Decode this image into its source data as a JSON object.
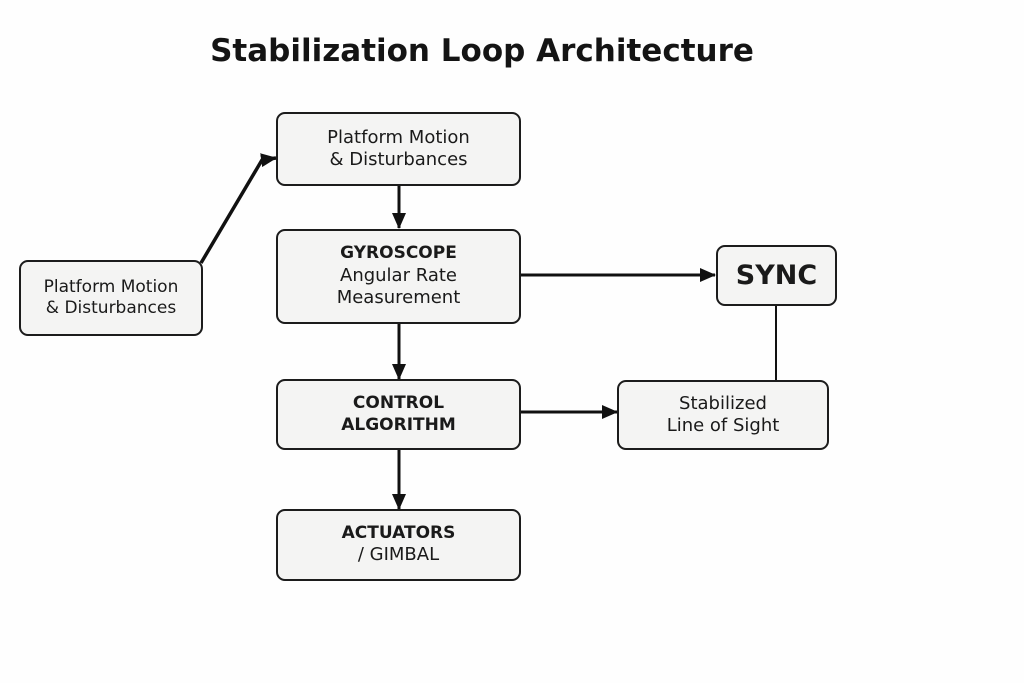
{
  "diagram": {
    "title": "Stabilization Loop Architecture",
    "nodes": {
      "platform_top": {
        "line1": "Platform Motion",
        "line2": "& Disturbances"
      },
      "platform_left": {
        "line1": "Platform Motion",
        "line2": "& Disturbances"
      },
      "gyroscope": {
        "heading": "GYROSCOPE",
        "line1": "Angular Rate",
        "line2": "Measurement"
      },
      "control": {
        "line1": "CONTROL",
        "line2": "ALGORITHM"
      },
      "actuators": {
        "heading": "ACTUATORS",
        "line1": "/ GIMBAL"
      },
      "sync": {
        "label": "SYNC"
      },
      "los": {
        "line1": "Stabilized",
        "line2": "Line of Sight"
      }
    },
    "edges": [
      {
        "from": "platform_left",
        "to": "platform_top",
        "arrow": true
      },
      {
        "from": "platform_top",
        "to": "gyroscope",
        "arrow": true
      },
      {
        "from": "gyroscope",
        "to": "control",
        "arrow": true
      },
      {
        "from": "control",
        "to": "actuators",
        "arrow": true
      },
      {
        "from": "gyroscope",
        "to": "sync",
        "arrow": true
      },
      {
        "from": "control",
        "to": "los",
        "arrow": true
      },
      {
        "from": "sync",
        "to": "los",
        "arrow": false
      }
    ]
  }
}
